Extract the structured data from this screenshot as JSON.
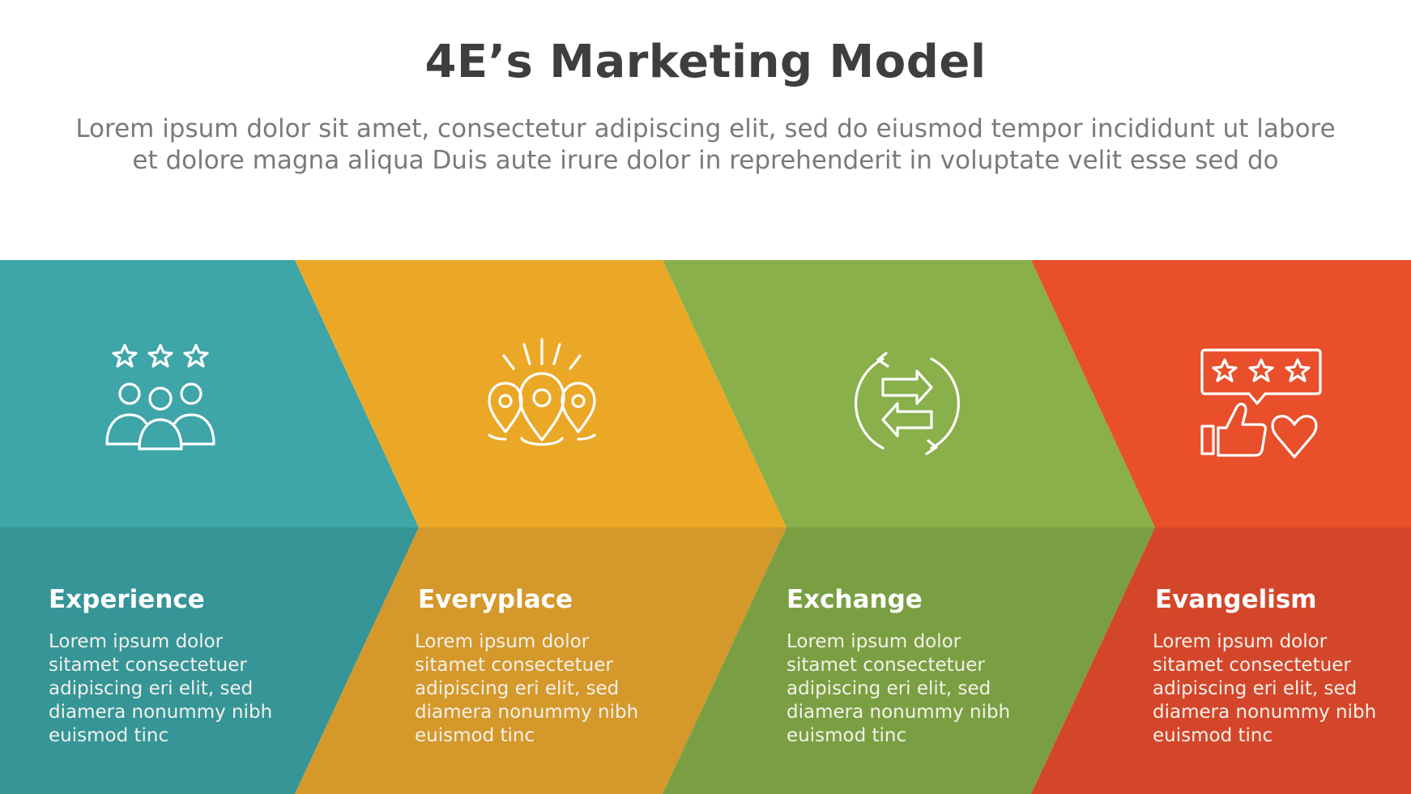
{
  "header": {
    "title": "4E’s Marketing Model",
    "subtitle": "Lorem ipsum dolor sit amet, consectetur adipiscing elit, sed do eiusmod tempor incididunt ut labore et dolore magna aliqua Duis aute irure dolor in reprehenderit in voluptate velit esse sed do"
  },
  "steps": [
    {
      "title": "Experience",
      "body": "Lorem ipsum dolor sitamet consectetuer adipiscing eri elit, sed diamera nonummy nibh euismod tinc",
      "icon": "people-rating-icon",
      "color_top": "#3ea5a8",
      "color_bottom": "#359597"
    },
    {
      "title": "Everyplace",
      "body": "Lorem ipsum dolor sitamet consectetuer adipiscing eri elit, sed diamera nonummy nibh euismod tinc",
      "icon": "map-pins-icon",
      "color_top": "#eba826",
      "color_bottom": "#d4982b"
    },
    {
      "title": "Exchange",
      "body": "Lorem ipsum dolor sitamet consectetuer adipiscing eri elit, sed diamera nonummy nibh euismod tinc",
      "icon": "exchange-arrows-icon",
      "color_top": "#89b04a",
      "color_bottom": "#7a9f42"
    },
    {
      "title": "Evangelism",
      "body": "Lorem ipsum dolor sitamet consectetuer adipiscing eri elit, sed diamera nonummy nibh euismod tinc",
      "icon": "review-thumbs-up-icon",
      "color_top": "#e84f2a",
      "color_bottom": "#d4462a"
    }
  ]
}
